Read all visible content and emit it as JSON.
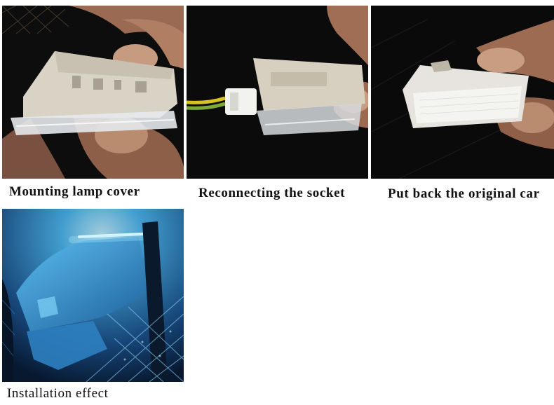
{
  "steps": [
    {
      "caption": "Mounting lamp cover"
    },
    {
      "caption": "Reconnecting the socket"
    },
    {
      "caption": "Put back the original car"
    },
    {
      "caption": "Installation effect"
    }
  ],
  "colors": {
    "background": "#ffffff",
    "caption_text": "#111111",
    "led_glow": "#6fd3ff",
    "lamp_housing": "#d8d2c4",
    "wire_yellow": "#d8c21e",
    "wire_green": "#7fa83a"
  }
}
